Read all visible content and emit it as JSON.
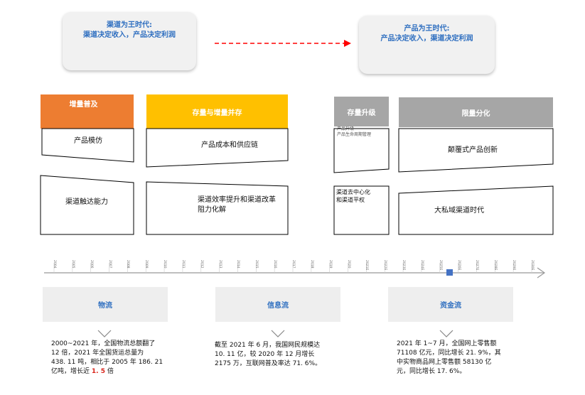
{
  "eras": {
    "left": {
      "line1": "渠道为王时代:",
      "line2": "渠道决定收入，产品决定利润"
    },
    "right": {
      "line1": "产品为王时代:",
      "line2": "产品决定收入，渠道决定利润"
    }
  },
  "colors": {
    "stage1": "#ed7d31",
    "stage2": "#ffc000",
    "stage3": "#a6a6a6",
    "stage4": "#a6a6a6",
    "arrow": "#ff0000",
    "accent_text": "#2f6fc0",
    "timeline_marker": "#4472c4"
  },
  "stages": [
    {
      "title": "增量普及",
      "row1": "产品模仿",
      "row2": "渠道触达能力"
    },
    {
      "title": "存量与增量并存",
      "row1": "产品成本和供应链",
      "row2_line1": "渠道效率提升和渠道改革",
      "row2_line2": "阻力化解"
    },
    {
      "title": "存量升级",
      "row1_note1": "产品升级",
      "row1_note2": "产品生命周期管理",
      "row2_line1": "渠道去中心化",
      "row2_line2": "和渠道平权"
    },
    {
      "title": "限量分化",
      "row1": "颠覆式产品创新",
      "row2": "大私域渠道时代"
    }
  ],
  "timeline": {
    "ticks": [
      "2004",
      "2005",
      "2006",
      "2007",
      "2008",
      "2009",
      "2010",
      "2011",
      "2012",
      "2013",
      "2014",
      "2015",
      "2016",
      "2017",
      "2018",
      "2019",
      "2020",
      "2021E",
      "2022E",
      "2023E",
      "2024E",
      "2025E",
      "2026E",
      "2027E",
      "2028E",
      "2029E",
      "2030E"
    ]
  },
  "flows": [
    {
      "title": "物流",
      "lines": [
        "2000~2021 年，全国物流总额翻了",
        "12 倍，2021 年全国货运总量为",
        "438. 11 吨，相比于 2005 年 186. 21"
      ],
      "last_prefix": "亿吨，增长近 ",
      "last_highlight": "1. 5",
      "last_suffix": " 倍"
    },
    {
      "title": "信息流",
      "lines": [
        "截至 2021 年 6 月，我国网民规模达",
        "10. 11 亿，较 2020 年 12 月增长",
        "2175 万，互联网普及率达 71. 6%。"
      ]
    },
    {
      "title": "资金流",
      "lines": [
        "2021 年 1~7 月，全国网上零售额",
        "71108 亿元，同比增长 21. 9%，其",
        "中实物商品网上零售额 58130 亿",
        "元，同比增长 17. 6%。"
      ]
    }
  ]
}
